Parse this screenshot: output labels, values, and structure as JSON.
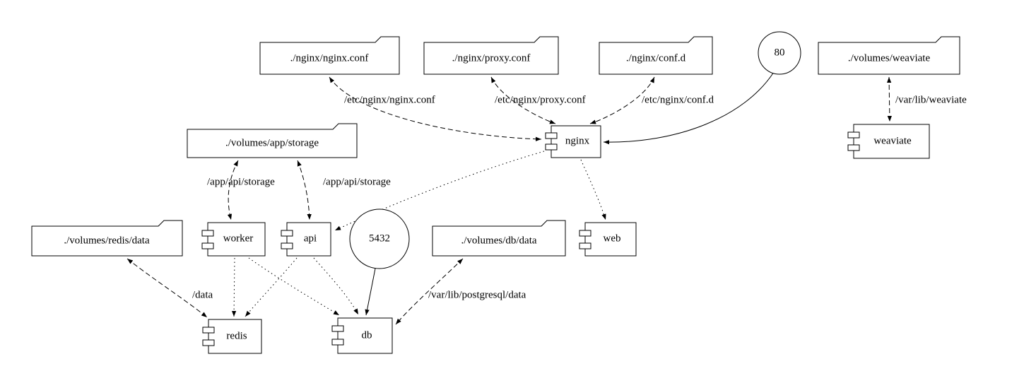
{
  "diagram": {
    "type": "docker-compose-architecture-graph",
    "colors": {
      "background": "#ffffff",
      "stroke": "#000000"
    },
    "nodes": {
      "nginx_conf_file": {
        "label": "./nginx/nginx.conf",
        "shape": "folder"
      },
      "proxy_conf_file": {
        "label": "./nginx/proxy.conf",
        "shape": "folder"
      },
      "conf_d_dir": {
        "label": "./nginx/conf.d",
        "shape": "folder"
      },
      "port_80": {
        "label": "80",
        "shape": "circle"
      },
      "volumes_weaviate": {
        "label": "./volumes/weaviate",
        "shape": "folder"
      },
      "volumes_app_storage": {
        "label": "./volumes/app/storage",
        "shape": "folder"
      },
      "nginx": {
        "label": "nginx",
        "shape": "component"
      },
      "weaviate": {
        "label": "weaviate",
        "shape": "component"
      },
      "volumes_redis_data": {
        "label": "./volumes/redis/data",
        "shape": "folder"
      },
      "worker": {
        "label": "worker",
        "shape": "component"
      },
      "api": {
        "label": "api",
        "shape": "component"
      },
      "port_5432": {
        "label": "5432",
        "shape": "circle"
      },
      "volumes_db_data": {
        "label": "./volumes/db/data",
        "shape": "folder"
      },
      "web": {
        "label": "web",
        "shape": "component"
      },
      "redis": {
        "label": "redis",
        "shape": "component"
      },
      "db": {
        "label": "db",
        "shape": "component"
      }
    },
    "edge_labels": {
      "nginx_conf_mount": "/etc/nginx/nginx.conf",
      "proxy_conf_mount": "/etc/nginx/proxy.conf",
      "conf_d_mount": "/etc/nginx/conf.d",
      "weaviate_mount": "/var/lib/weaviate",
      "worker_storage_mount": "/app/api/storage",
      "api_storage_mount": "/app/api/storage",
      "redis_data_mount": "/data",
      "db_data_mount": "/var/lib/postgresql/data"
    }
  }
}
